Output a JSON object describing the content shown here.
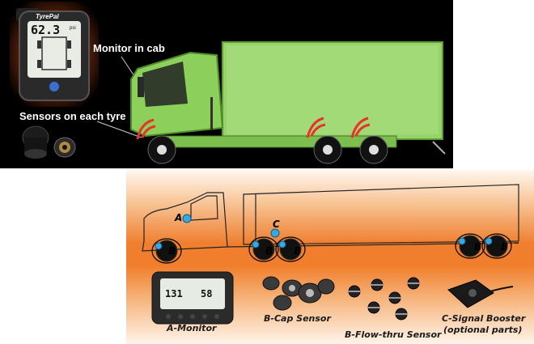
{
  "top": {
    "monitor_brand": "TyrePal",
    "monitor_reading": "62.3",
    "monitor_unit": "psi",
    "label_monitor": "Monitor in cab",
    "label_sensors": "Sensors on each tyre",
    "colors": {
      "truck_green": "#8ccf5a",
      "signal_red": "#e8322a"
    }
  },
  "bottom": {
    "markers": {
      "a": "A",
      "b": "B",
      "c": "C"
    },
    "monitor_display_left": "131",
    "monitor_display_right": "58",
    "labels": {
      "monitor": "A-Monitor",
      "cap_sensor": "B-Cap Sensor",
      "flow_sensor": "B-Flow-thru Sensor",
      "booster_line1": "C-Signal Booster",
      "booster_line2": "(optional parts)"
    },
    "colors": {
      "orange": "#ef7f2f",
      "sensor_blue": "#3aa8e0"
    }
  }
}
